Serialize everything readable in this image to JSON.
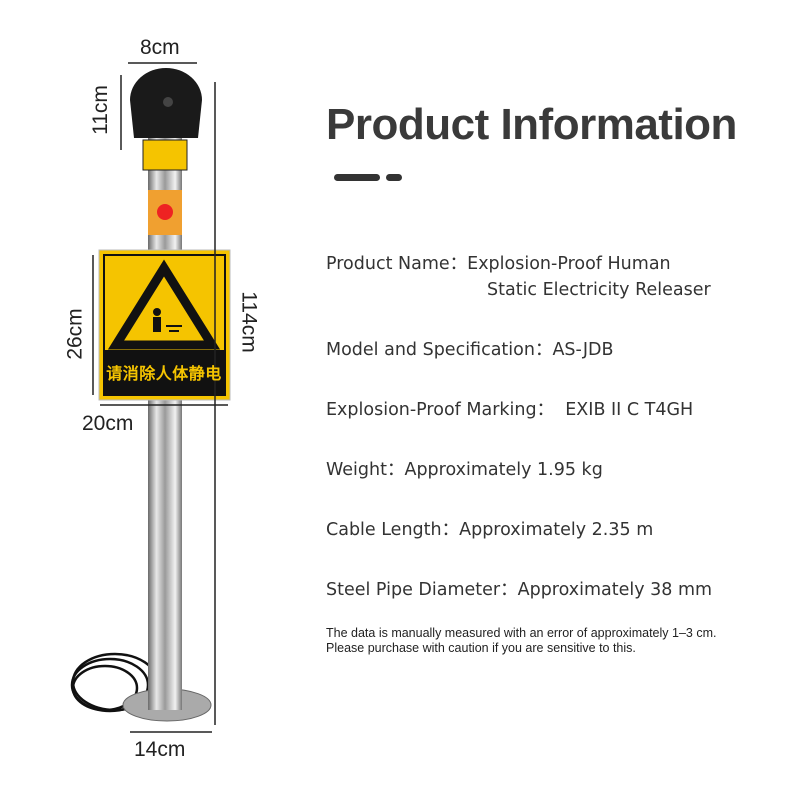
{
  "dimensions": {
    "top_width": "8cm",
    "head_height": "11cm",
    "sign_height": "26cm",
    "sign_width": "20cm",
    "total_height": "114cm",
    "base_width": "14cm"
  },
  "product_sign_text": "请消除人体静电",
  "title": "Product Information",
  "specs": [
    {
      "label": "Product Name：",
      "value": "Explosion-Proof Human",
      "value2": "Static Electricity Releaser"
    },
    {
      "label": "Model and Specification：",
      "value": "AS-JDB"
    },
    {
      "label": "Explosion-Proof Marking：",
      "value": "EXIB II C T4GH"
    },
    {
      "label": "Weight：",
      "value": "Approximately 1.95 kg"
    },
    {
      "label": "Cable Length：",
      "value": "Approximately 2.35 m"
    },
    {
      "label": "Steel Pipe Diameter：",
      "value": "Approximately 38 mm"
    }
  ],
  "note": [
    "The data is manually measured with an error of approximately 1–3 cm.",
    "Please purchase with caution if you are sensitive to this."
  ],
  "colors": {
    "sign_yellow": "#f5c400",
    "title": "#3a3a3a"
  }
}
